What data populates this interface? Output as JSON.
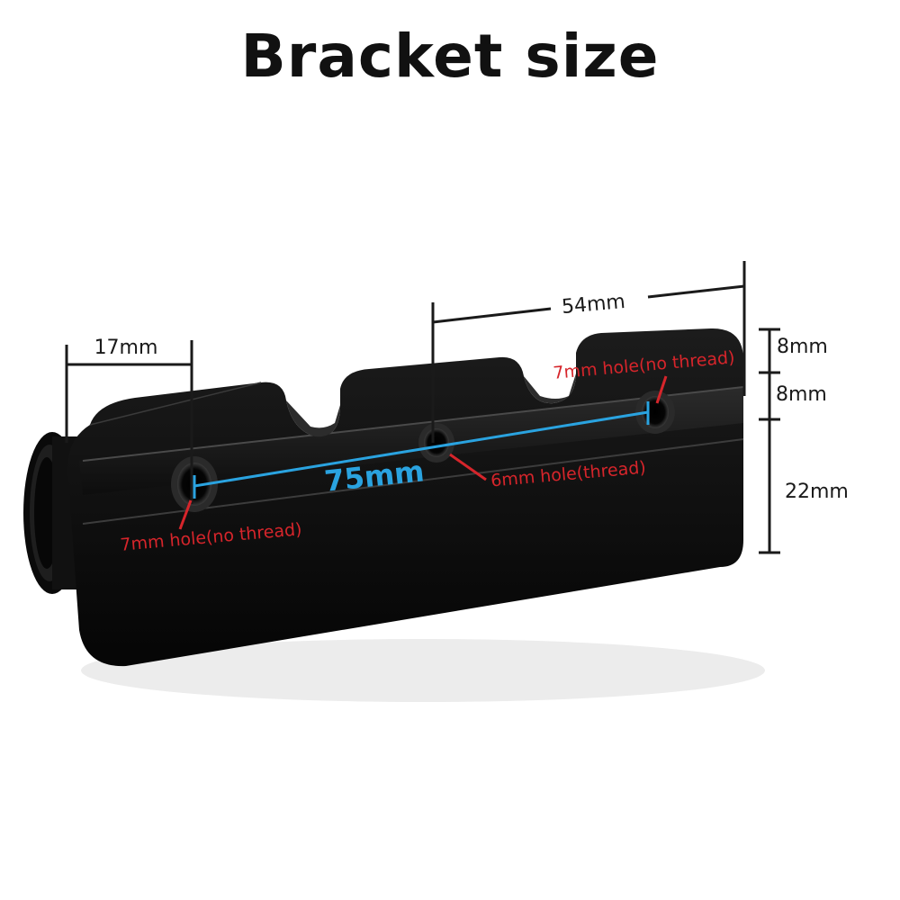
{
  "title": "Bracket size",
  "dimensions": {
    "left_offset": "17mm",
    "right_span": "54mm",
    "hole_spacing": "75mm",
    "top_notch": "8mm",
    "mid_step": "8mm",
    "body_height": "22mm"
  },
  "holes": {
    "left": "7mm hole(no thread)",
    "center": "6mm hole(thread)",
    "right": "7mm hole(no thread)"
  },
  "colors": {
    "background": "#ffffff",
    "bracket": "#0b0b0b",
    "dimension_line": "#1a1a1a",
    "hole_label": "#d6252b",
    "spacing_line": "#2aa3e0"
  }
}
